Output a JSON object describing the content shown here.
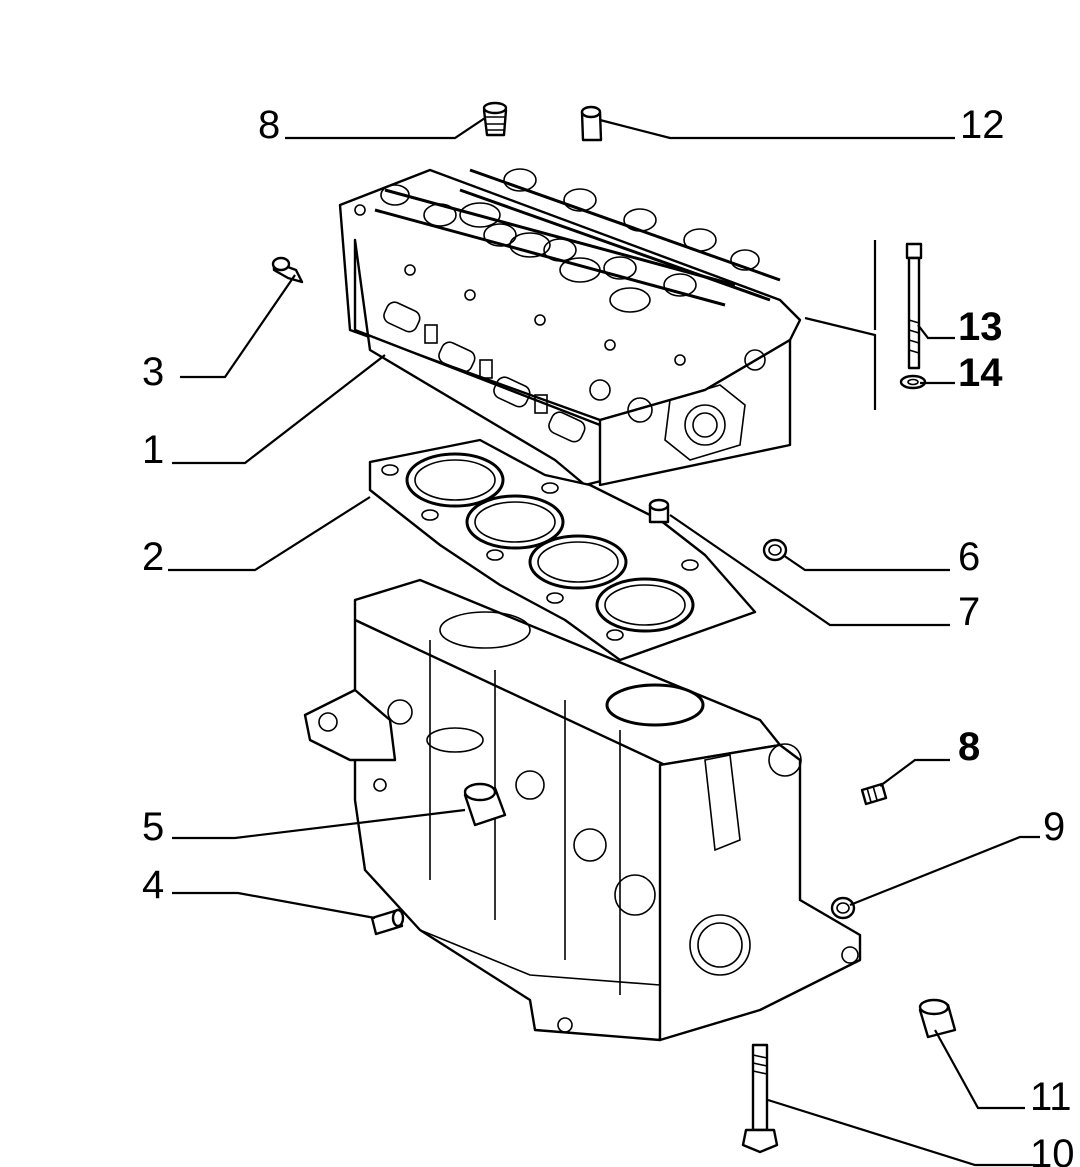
{
  "callouts": [
    {
      "id": "c8a",
      "text": "8"
    },
    {
      "id": "c12",
      "text": "12"
    },
    {
      "id": "c3",
      "text": "3"
    },
    {
      "id": "c1",
      "text": "1"
    },
    {
      "id": "c13",
      "text": "13"
    },
    {
      "id": "c14",
      "text": "14"
    },
    {
      "id": "c2",
      "text": "2"
    },
    {
      "id": "c6",
      "text": "6"
    },
    {
      "id": "c7",
      "text": "7"
    },
    {
      "id": "c8b",
      "text": "8"
    },
    {
      "id": "c9",
      "text": "9"
    },
    {
      "id": "c5",
      "text": "5"
    },
    {
      "id": "c4",
      "text": "4"
    },
    {
      "id": "c11",
      "text": "11"
    },
    {
      "id": "c10",
      "text": "10"
    }
  ]
}
